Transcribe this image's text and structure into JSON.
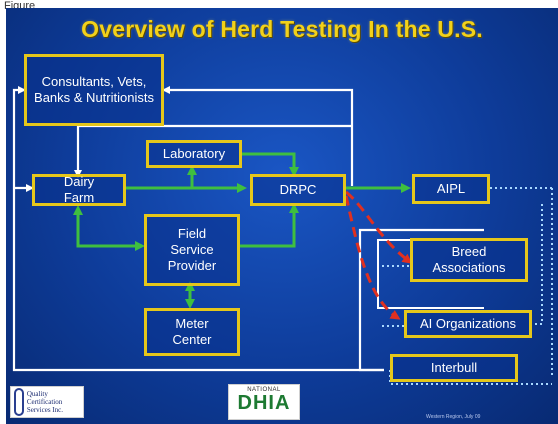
{
  "caption": "Figure",
  "slide": {
    "title": "Overview of Herd Testing In the U.S.",
    "boxes": {
      "consultants": "Consultants, Vets, Banks & Nutritionists",
      "laboratory": "Laboratory",
      "dairy_farm": "Dairy Farm",
      "drpc": "DRPC",
      "aipl": "AIPL",
      "field_service": "Field Service Provider",
      "breed_assoc": "Breed Associations",
      "meter_center": "Meter Center",
      "ai_org": "AI Organizations",
      "interbull": "Interbull"
    },
    "logos": {
      "qcs": "Quality Certification Services Inc.",
      "dhia": "DHIA",
      "dhia_top": "NATIONAL"
    },
    "footer": "Western Region, July 09"
  },
  "colors": {
    "background": "#0e3c9a",
    "box_border": "#e5c71b",
    "title": "#f2d11a",
    "arrow_white": "#ffffff",
    "arrow_green": "#3fbf3f",
    "arrow_red": "#e03020",
    "dotted": "#a8d8ff"
  },
  "icons": [
    "qcs-logo",
    "dhia-logo"
  ]
}
